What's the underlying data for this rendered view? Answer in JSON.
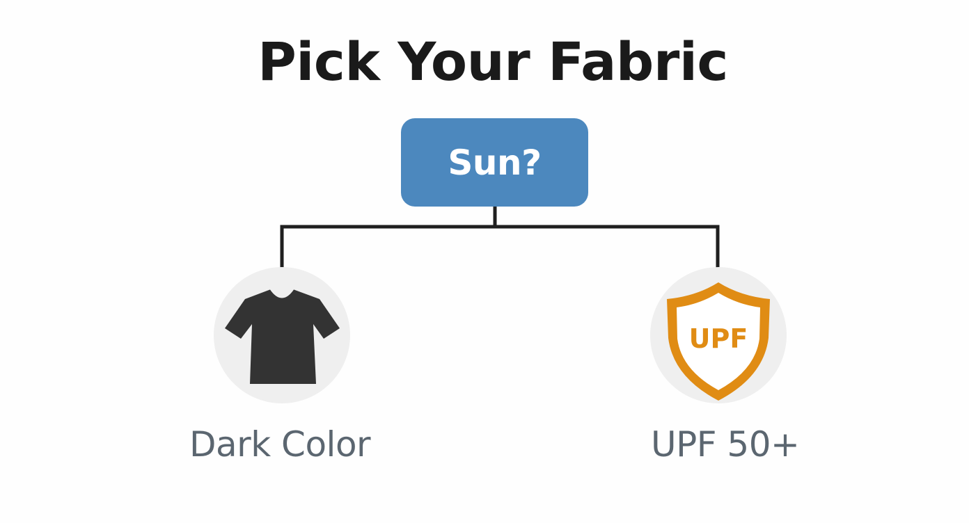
{
  "title": "Pick Your Fabric",
  "decision": {
    "label": "Sun?",
    "color": "#4c88be"
  },
  "options": [
    {
      "label": "Dark Color",
      "icon": "t-shirt-icon",
      "icon_color": "#333333"
    },
    {
      "label": "UPF 50+",
      "icon": "shield-icon",
      "icon_text": "UPF",
      "icon_color": "#e08c14"
    }
  ],
  "colors": {
    "line": "#1f1f1f",
    "circle_bg": "#efefef",
    "label_text": "#5b6670"
  }
}
